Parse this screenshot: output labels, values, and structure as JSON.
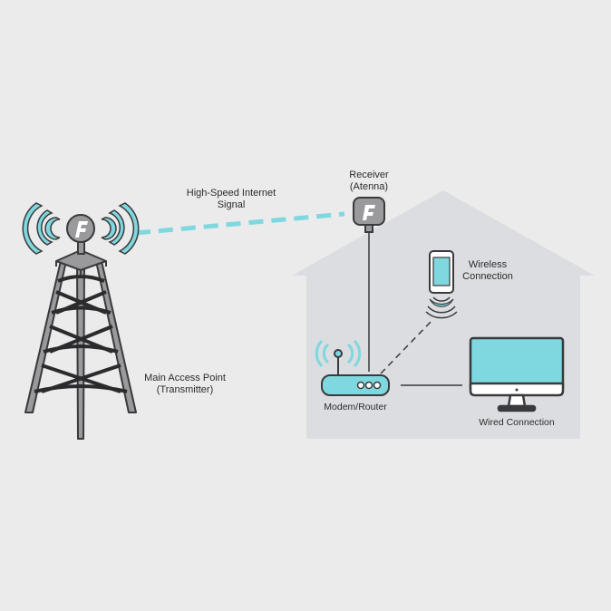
{
  "labels": {
    "signal": [
      "High-Speed Internet",
      "Signal"
    ],
    "receiver": [
      "Receiver",
      "(Atenna)"
    ],
    "wireless": [
      "Wireless",
      "Connection"
    ],
    "transmitter": [
      "Main Access Point",
      "(Transmitter)"
    ],
    "router": "Modem/Router",
    "wired": "Wired Connection"
  },
  "colors": {
    "background": "#ebebeb",
    "house": "#dcdde0",
    "accent": "#7fd8df",
    "outline": "#3a3a3c",
    "metal": "#9a9a9d",
    "line": "#3a3a3c"
  },
  "icons": [
    "tower-icon",
    "antenna-receiver-icon",
    "router-icon",
    "smartphone-icon",
    "monitor-icon",
    "wifi-waves-icon",
    "logo-icon"
  ]
}
